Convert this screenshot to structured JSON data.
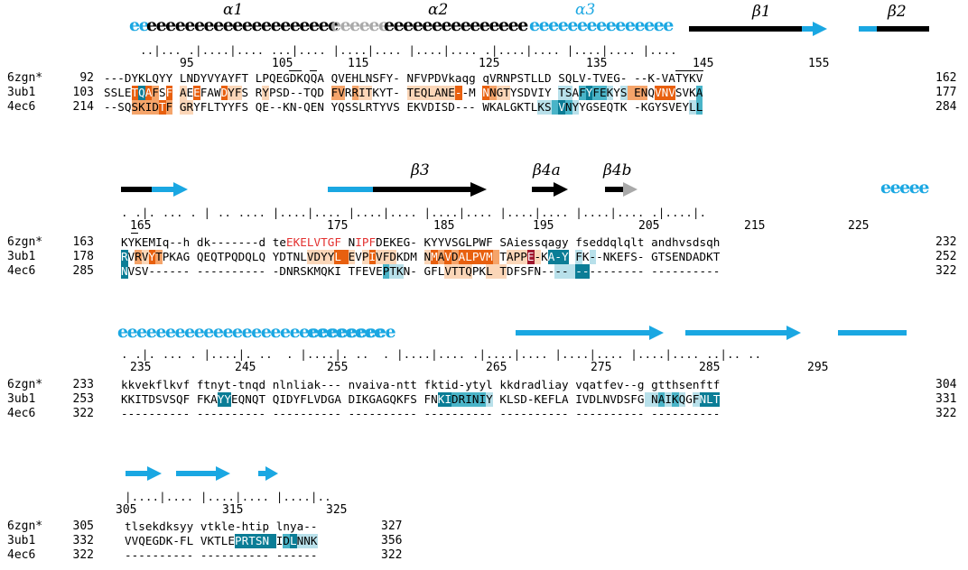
{
  "colors": {
    "helix_cyan": "#1aa7e2",
    "helix_gray": "#a9a9a9",
    "strand_black": "#000000",
    "strand_gray": "#a9a9a9",
    "orange_strong": "#e8600f",
    "orange_mid": "#f5a46a",
    "orange_light": "#fbd6b8",
    "teal_strong": "#0b7d96",
    "teal_mid": "#4ab4c8",
    "teal_light": "#b8e0ea",
    "dark_red": "#a0182d",
    "red_text": "#e3302f"
  },
  "labels": {
    "a1": "α1",
    "a2": "α2",
    "a3": "α3",
    "b1": "β1",
    "b2": "β2",
    "b3": "β3",
    "b4a": "β4a",
    "b4b": "β4b"
  },
  "blocks": [
    {
      "ruler": "..|... .|....|.... ...|.... |....|.... |....|.... .|....|.... |....|.... |....",
      "ruler_numbers": [
        "95",
        "105",
        "115",
        "125",
        "135",
        "145",
        "155"
      ],
      "rows": [
        {
          "name": "6zgn*",
          "start": "92",
          "seq": "---DYKLQYY LNDYVYAYFT LPQEGDKQQA QVEHLNSFY- NFVPDVkaqg qVRNPSTLLD SQLV-TVEG- --K-VATYKV",
          "end": "162"
        },
        {
          "name": "3ub1",
          "start": "103",
          "seq": "SSLETQAFSF AEEFAWDYFS RYPSD--TQD FVRRITKYT- TEQLANE--M NNGTYSDVIY TSAFYFEKYS ENQVNVSVKA",
          "end": "177"
        },
        {
          "name": "4ec6",
          "start": "214",
          "seq": "--SQSKIDTF GRYFLTYYFS QE--KN-QEN YQSSLRTYVS EKVDISD--- WKALGKTLKS VNYYGSEQTK -KGYSVEYLL",
          "end": "284"
        }
      ]
    },
    {
      "ruler": ". .|. ... . | .. .... |....|.... |....|.... |....|.... |....|.... |....|.... .|....|.",
      "ruler_numbers": [
        "165",
        "175",
        "185",
        "195",
        "205",
        "215",
        "225"
      ],
      "rows": [
        {
          "name": "6zgn*",
          "start": "163",
          "seq": "KYKEMIq--h dk-------d teEKELVTGF NIPFDEKEG- KYYVSGLPWF SAiessqagy fseddqlqlt andhvsdsqh",
          "end": "232"
        },
        {
          "name": "3ub1",
          "start": "178",
          "seq": "RVRVYTPKAG QEQTPQDQLQ YDTNLVDYYL EVPIVFDKDM NMAVDALPVM TAPPE-KA-Y FK--NKEFS- GTSENDADKT",
          "end": "252"
        },
        {
          "name": "4ec6",
          "start": "285",
          "seq": "NVSV------ ---------- -DNRSKMQKI TFEVEPTKN- GFLVTTQPKL TDFSFN---- ---------- ----------",
          "end": "322"
        }
      ]
    },
    {
      "ruler": ". .|. ... . |....|. ..  . |....|. ..  . |....|.... .|....|.... |....|.... |....|.... ..|.. ..",
      "ruler_numbers": [
        "235",
        "245",
        "255",
        "265",
        "275",
        "285",
        "295"
      ],
      "rows": [
        {
          "name": "6zgn*",
          "start": "233",
          "seq": "kkvekflkvf ftnyt-tnqd nlnliak--- nvaiva-ntt fktid-ytyl kkdradliay vqatfev--g gtthsenftf",
          "end": "304"
        },
        {
          "name": "3ub1",
          "start": "253",
          "seq": "KKITDSVSQF FKAYYEQNQT QIDYFLVDGA DIKGAGQKFS FNKIDRINIY KLSD-KEFLA IVDLNVDSFG NAIKQGFNLT",
          "end": "331"
        },
        {
          "name": "4ec6",
          "start": "322",
          "seq": "---------- ---------- ---------- ---------- ---------- ---------- ---------- ----------",
          "end": "322"
        }
      ]
    },
    {
      "ruler": "|....|.... |....|.... |....|..",
      "ruler_numbers": [
        "305",
        "315",
        "325"
      ],
      "rows": [
        {
          "name": "6zgn*",
          "start": "305",
          "seq": "tlsekdksyy vtkle-htip lnya--",
          "end": "327"
        },
        {
          "name": "3ub1",
          "start": "332",
          "seq": "VVQEGDK-FL VKTLEPRTSN IDLNNK",
          "end": "356"
        },
        {
          "name": "4ec6",
          "start": "322",
          "seq": "---------- ---------- ------",
          "end": "322"
        }
      ]
    }
  ]
}
